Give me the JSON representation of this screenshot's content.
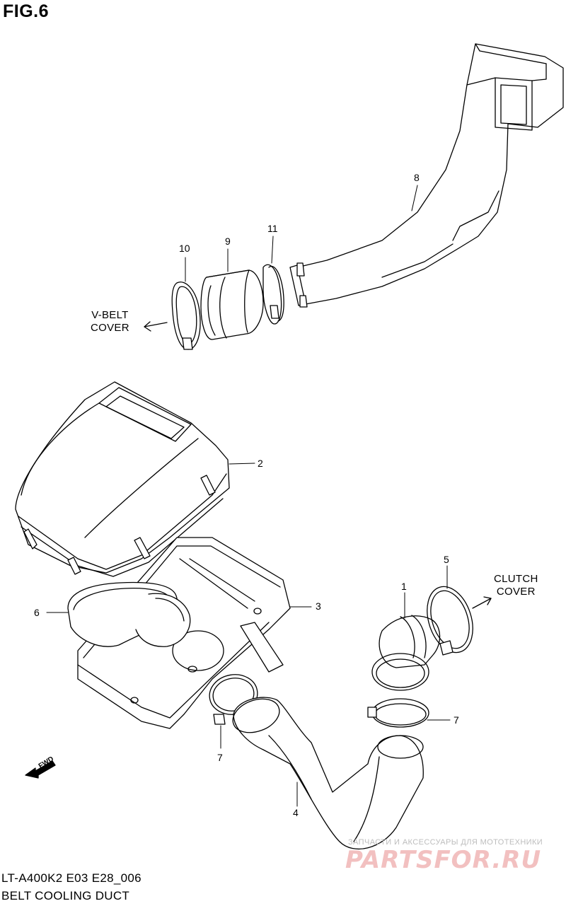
{
  "figure": {
    "title": "FIG.6",
    "code": "LT-A400K2 E03 E28_006",
    "name": "BELT COOLING DUCT"
  },
  "callouts": {
    "p1": "1",
    "p2": "2",
    "p3": "3",
    "p4": "4",
    "p5": "5",
    "p6": "6",
    "p7a": "7",
    "p7b": "7",
    "p8": "8",
    "p9": "9",
    "p10": "10",
    "p11": "11"
  },
  "directions": {
    "vbelt_line1": "V-BELT",
    "vbelt_line2": "COVER",
    "clutch_line1": "CLUTCH",
    "clutch_line2": "COVER",
    "fwd": "FWD"
  },
  "watermark": {
    "subtitle": "ЗАПЧАСТИ И АКСЕССУАРЫ ДЛЯ МОТОТЕХНИКИ",
    "logo": "PARTSFOR.RU"
  },
  "colors": {
    "line": "#000000",
    "watermark_logo": "#f2c0c0",
    "watermark_text": "#bdbdbd"
  }
}
